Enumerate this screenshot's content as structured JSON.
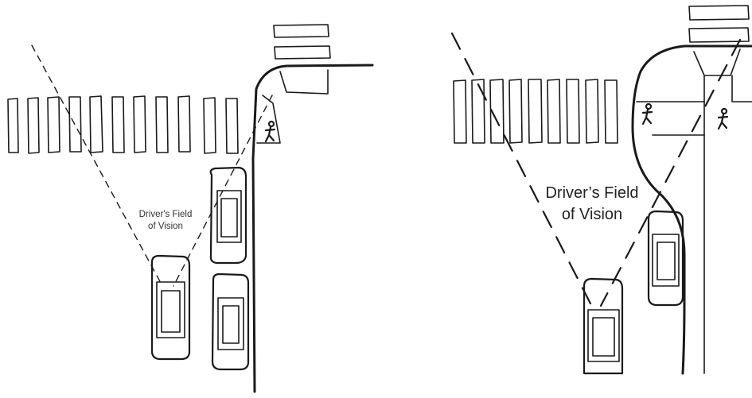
{
  "panels": [
    {
      "id": "left",
      "label": "Driver's Field\nof Vision"
    },
    {
      "id": "right",
      "label": "Driver’s Field\nof Vision"
    }
  ]
}
